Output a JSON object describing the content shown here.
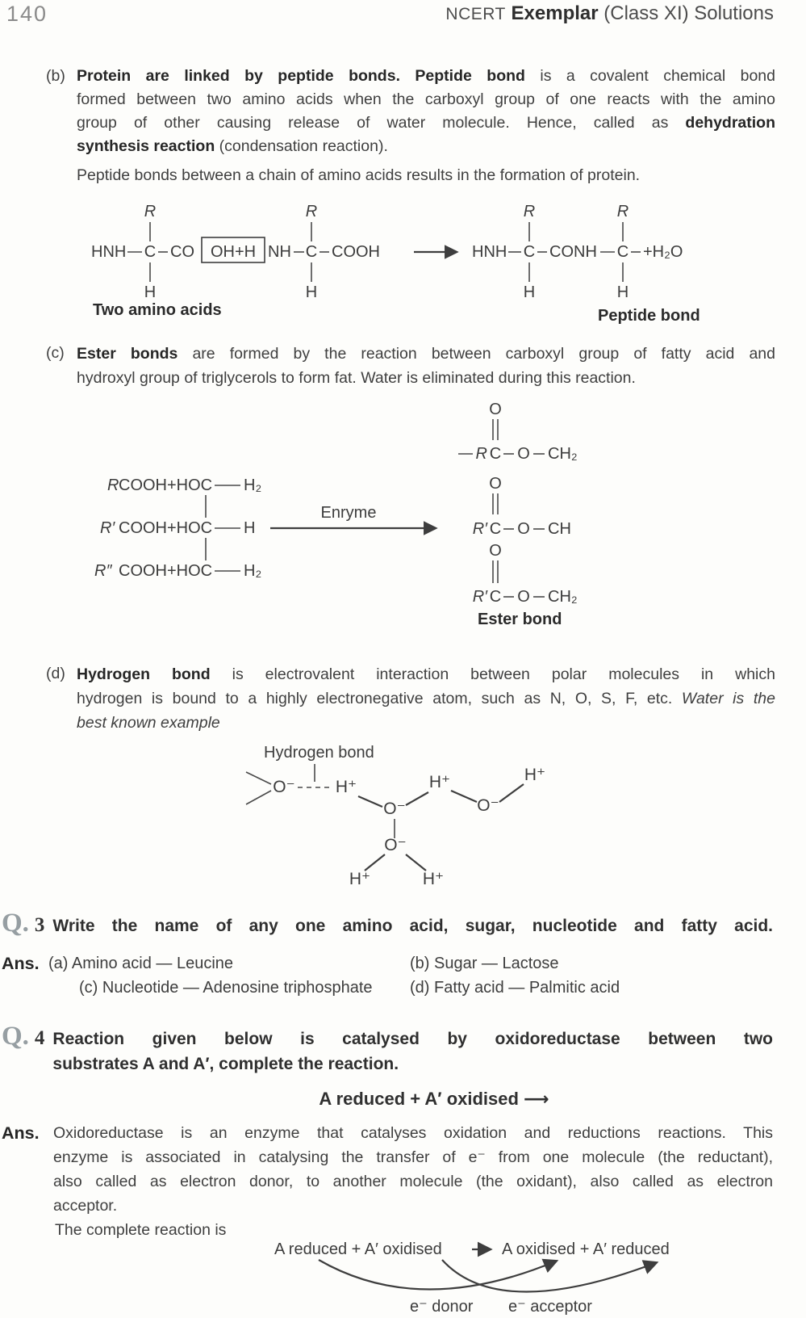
{
  "header": {
    "page_number": "140",
    "brand": "NCERT",
    "brand_bold": "Exemplar",
    "brand_rest": " (Class XI) Solutions"
  },
  "section_b": {
    "label": "(b)",
    "l1_bold": "Protein are linked by peptide bonds. Peptide bond",
    "l1_rest": " is a covalent chemical bond",
    "l2": "formed between two amino acids when the carboxyl group of one reacts with the amino",
    "l3_rest": "group of other causing release of water molecule. Hence, called as ",
    "l3_bold": "dehydration",
    "l4_bold": "synthesis reaction",
    "l4_rest": " (condensation reaction).",
    "note": "Peptide bonds between a chain of amino acids results in the formation of protein."
  },
  "peptide": {
    "r": "R",
    "h": "H",
    "hnh": "HNH",
    "c": "C",
    "co": "CO",
    "boxed": "OH+H",
    "nh": "NH",
    "cooh": "COOH",
    "conh": "CONH",
    "h2o": "+H₂O",
    "caption_left": "Two amino acids",
    "caption_right": "Peptide bond"
  },
  "section_c": {
    "label": "(c)",
    "l1_bold": "Ester bonds",
    "l1_rest": " are formed by the reaction between carboxyl group of fatty acid and",
    "l2": "hydroxyl group of triglycerols to form fat. Water is eliminated during this reaction."
  },
  "ester": {
    "row1_r": "R",
    "row2_r": "R′",
    "row3_r": "R″",
    "chain": "COOH+HOC",
    "row1_end": "H₂",
    "row2_end": "H",
    "row3_end": "H₂",
    "enzyme": "Enryme",
    "o": "O",
    "g1_r": "R",
    "g2_r": "R′",
    "g3_r": "R′",
    "c": "C",
    "g1_end": "CH₂",
    "g2_end": "CH",
    "g3_end": "CH₂",
    "caption": "Ester bond"
  },
  "section_d": {
    "label": "(d)",
    "l1_bold": "Hydrogen bond",
    "l1_rest": " is electrovalent interaction between polar molecules in which",
    "l2_rest": "hydrogen is bound to a highly electronegative atom, such as N, O, S,  F, etc. ",
    "l2_italic": "Water is the",
    "l3_italic": "best known example"
  },
  "hydrogen": {
    "title": "Hydrogen bond",
    "o": "O⁻",
    "h": "H⁺"
  },
  "q3": {
    "q": "Q.",
    "num": "3",
    "text": "Write the name of any one amino acid, sugar, nucleotide and fatty acid.",
    "ans": "Ans.",
    "a": "(a) Amino acid — Leucine",
    "b": "(b) Sugar — Lactose",
    "c": "(c) Nucleotide — Adenosine triphosphate",
    "d": "(d) Fatty acid — Palmitic acid"
  },
  "q4": {
    "q": "Q.",
    "num": "4",
    "l1": "Reaction given below is catalysed by oxidoreductase between two",
    "l2": "substrates A and A′, complete the reaction.",
    "given": "A reduced + A′ oxidised ⟶",
    "ans": "Ans.",
    "a1": "Oxidoreductase is an enzyme that catalyses oxidation and reductions reactions. This",
    "a2": "enzyme is associated in catalysing the transfer of e⁻ from one molecule (the reductant),",
    "a3": "also called as electron donor, to another molecule (the oxidant), also called as electron",
    "a4": "acceptor.",
    "intro": "The complete reaction is",
    "left": "A reduced + A′ oxidised",
    "right": "A oxidised + A′ reduced",
    "donor": "e⁻ donor",
    "acceptor": "e⁻ acceptor"
  }
}
